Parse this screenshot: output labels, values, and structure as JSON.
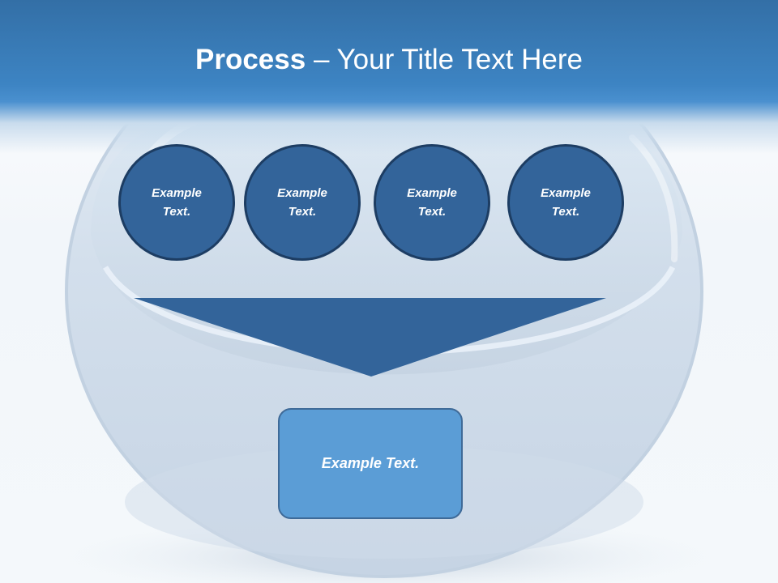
{
  "slide": {
    "title_bold": "Process",
    "title_rest": " – Your Title Text Here"
  },
  "process": {
    "inputs": [
      {
        "label": "Example\nText."
      },
      {
        "label": "Example\nText."
      },
      {
        "label": "Example\nText."
      },
      {
        "label": "Example\nText."
      }
    ],
    "result": "Example Text."
  },
  "colors": {
    "header": "#3d84c3",
    "circle_fill": "#33649a",
    "circle_border": "#1d3d63",
    "arrow": "#33649a",
    "result_fill": "#5b9dd6"
  }
}
